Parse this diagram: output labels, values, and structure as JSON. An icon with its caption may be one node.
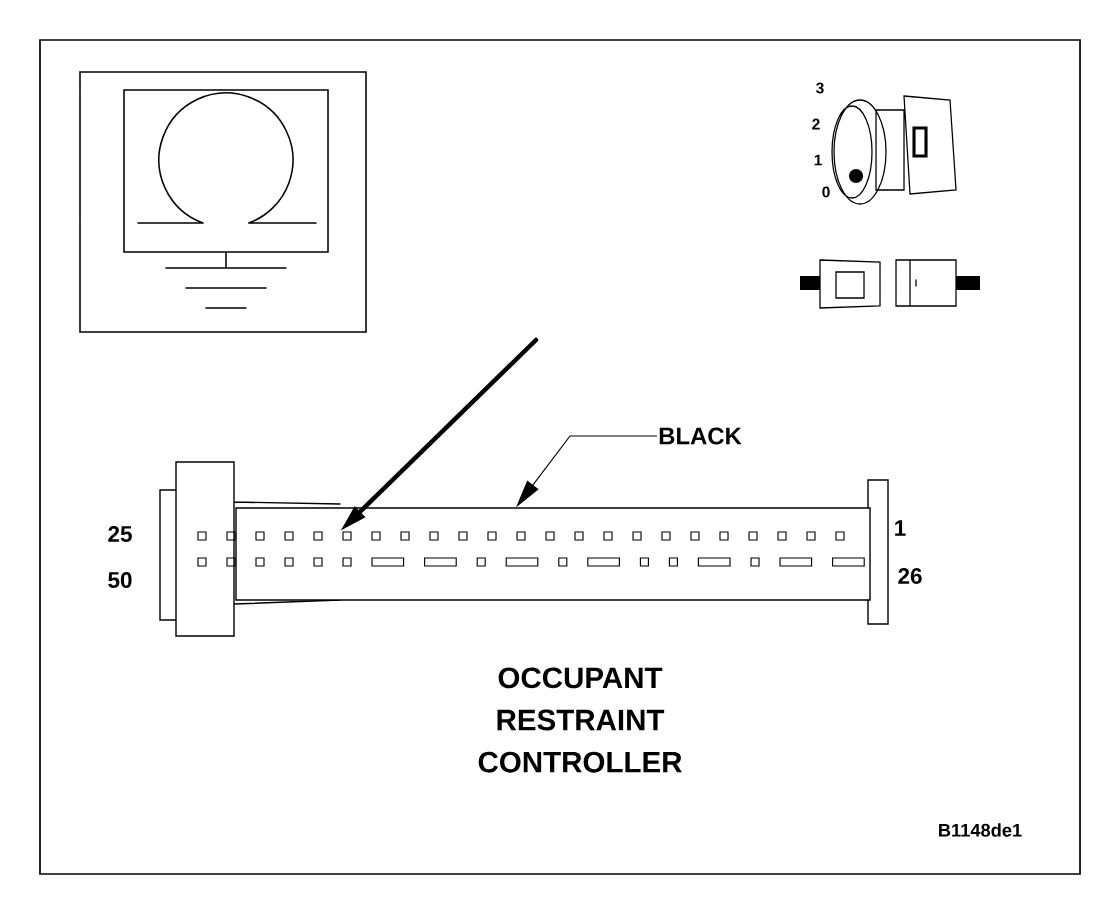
{
  "diagram": {
    "nodes": [
      {
        "text": [
          "BLACK"
        ]
      },
      {
        "text": [],
        "shape": "picture",
        "beside": [
          "OCCUPANT RESTRAINT CONTROLLER"
        ]
      }
    ],
    "edges": [
      {
        "from": 0,
        "to": 1,
        "arrow": "to"
      },
      {
        "from": null,
        "to": 1,
        "arrow": "to",
        "style": "thick"
      }
    ],
    "labels": [
      "3",
      "2",
      "1",
      "0",
      "25",
      "50",
      "1",
      "26",
      "B1148de1"
    ]
  }
}
